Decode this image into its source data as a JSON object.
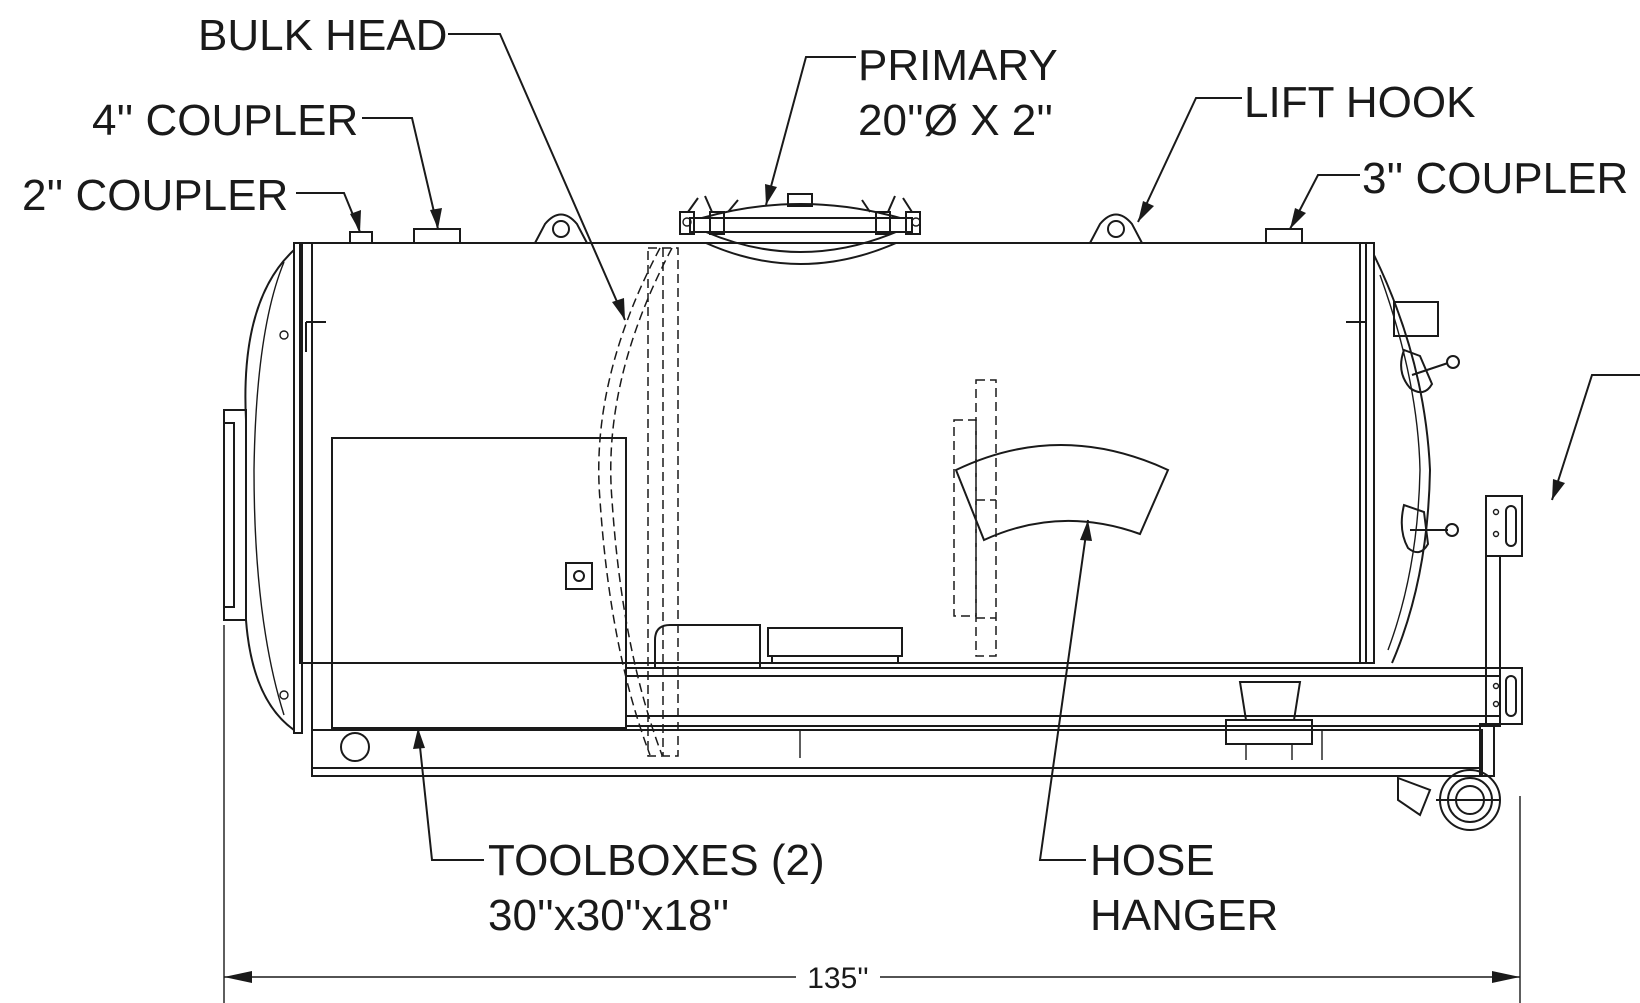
{
  "callouts": {
    "bulk_head": "BULK HEAD",
    "coupler_4in": "4'' COUPLER",
    "coupler_2in": "2'' COUPLER",
    "primary_line1": "PRIMARY",
    "primary_line2": "20''Ø X 2''",
    "lift_hook": "LIFT HOOK",
    "coupler_3in": "3'' COUPLER",
    "toolboxes_line1": "TOOLBOXES (2)",
    "toolboxes_line2": "30''x30''x18''",
    "hose_line1": "HOSE",
    "hose_line2": "HANGER"
  },
  "dimension": {
    "overall_length": "135''"
  },
  "colors": {
    "line": "#1a1a1a",
    "background": "#ffffff"
  }
}
